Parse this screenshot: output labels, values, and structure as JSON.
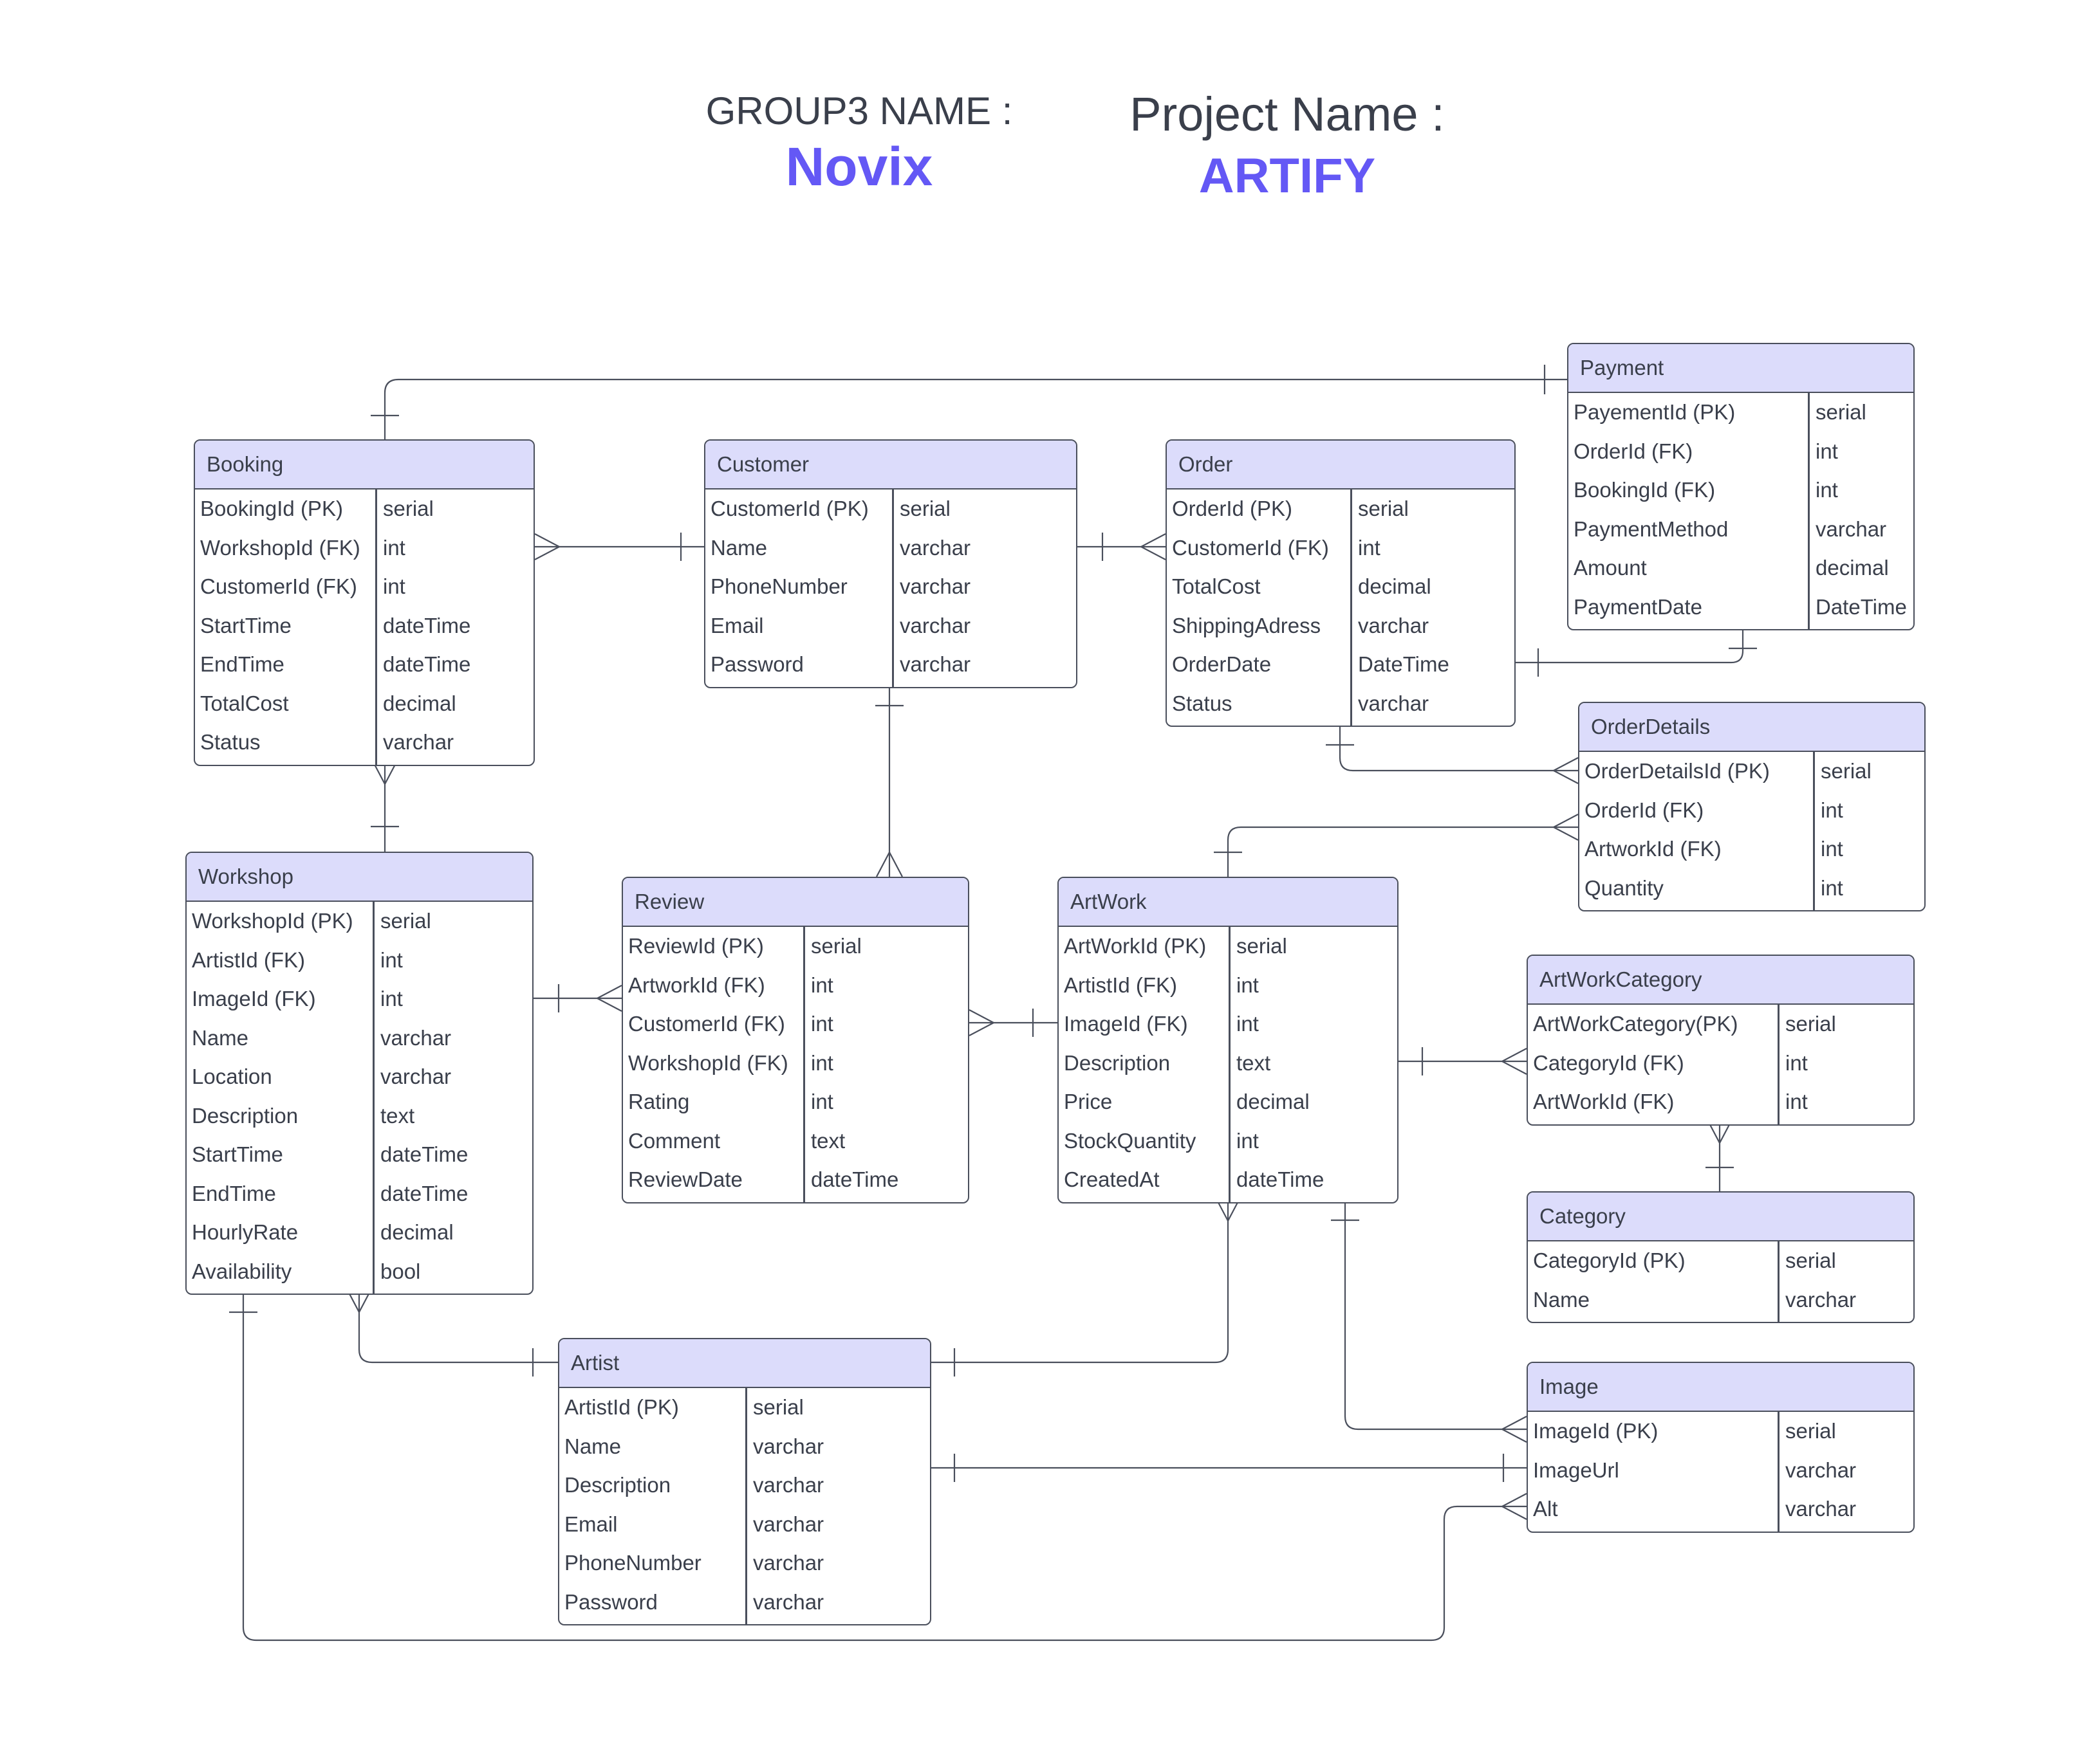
{
  "header": {
    "group_label": "GROUP3 NAME :",
    "group_name": "Novix",
    "project_label": "Project Name :",
    "project_name": "ARTIFY"
  },
  "colors": {
    "accent": "#6458f5",
    "entity_header": "#dcdcfb",
    "border": "#4a4f5c",
    "text": "#3a3f4b"
  },
  "entities": {
    "payment": {
      "name": "Payment",
      "fields": [
        {
          "name": "PayementId (PK)",
          "type": "serial"
        },
        {
          "name": "OrderId (FK)",
          "type": "int"
        },
        {
          "name": "BookingId (FK)",
          "type": "int"
        },
        {
          "name": "PaymentMethod",
          "type": "varchar"
        },
        {
          "name": "Amount",
          "type": "decimal"
        },
        {
          "name": "PaymentDate",
          "type": "DateTime"
        }
      ]
    },
    "booking": {
      "name": "Booking",
      "fields": [
        {
          "name": "BookingId (PK)",
          "type": "serial"
        },
        {
          "name": "WorkshopId (FK)",
          "type": "int"
        },
        {
          "name": "CustomerId (FK)",
          "type": "int"
        },
        {
          "name": "StartTime",
          "type": "dateTime"
        },
        {
          "name": "EndTime",
          "type": "dateTime"
        },
        {
          "name": "TotalCost",
          "type": "decimal"
        },
        {
          "name": "Status",
          "type": "varchar"
        }
      ]
    },
    "customer": {
      "name": "Customer",
      "fields": [
        {
          "name": "CustomerId (PK)",
          "type": "serial"
        },
        {
          "name": "Name",
          "type": "varchar"
        },
        {
          "name": "PhoneNumber",
          "type": "varchar"
        },
        {
          "name": "Email",
          "type": "varchar"
        },
        {
          "name": "Password",
          "type": "varchar"
        }
      ]
    },
    "order": {
      "name": "Order",
      "fields": [
        {
          "name": "OrderId (PK)",
          "type": "serial"
        },
        {
          "name": "CustomerId (FK)",
          "type": "int"
        },
        {
          "name": "TotalCost",
          "type": "decimal"
        },
        {
          "name": "ShippingAdress",
          "type": "varchar"
        },
        {
          "name": "OrderDate",
          "type": "DateTime"
        },
        {
          "name": "Status",
          "type": "varchar"
        }
      ]
    },
    "order_details": {
      "name": "OrderDetails",
      "fields": [
        {
          "name": "OrderDetailsId (PK)",
          "type": "serial"
        },
        {
          "name": "OrderId (FK)",
          "type": "int"
        },
        {
          "name": "ArtworkId (FK)",
          "type": "int"
        },
        {
          "name": "Quantity",
          "type": "int"
        }
      ]
    },
    "workshop": {
      "name": "Workshop",
      "fields": [
        {
          "name": "WorkshopId (PK)",
          "type": "serial"
        },
        {
          "name": "ArtistId (FK)",
          "type": "int"
        },
        {
          "name": "ImageId (FK)",
          "type": "int"
        },
        {
          "name": "Name",
          "type": "varchar"
        },
        {
          "name": "Location",
          "type": "varchar"
        },
        {
          "name": "Description",
          "type": "text"
        },
        {
          "name": "StartTime",
          "type": "dateTime"
        },
        {
          "name": "EndTime",
          "type": "dateTime"
        },
        {
          "name": "HourlyRate",
          "type": "decimal"
        },
        {
          "name": "Availability",
          "type": "bool"
        }
      ]
    },
    "review": {
      "name": "Review",
      "fields": [
        {
          "name": "ReviewId (PK)",
          "type": "serial"
        },
        {
          "name": "ArtworkId (FK)",
          "type": "int"
        },
        {
          "name": "CustomerId (FK)",
          "type": "int"
        },
        {
          "name": "WorkshopId (FK)",
          "type": "int"
        },
        {
          "name": "Rating",
          "type": "int"
        },
        {
          "name": "Comment",
          "type": "text"
        },
        {
          "name": "ReviewDate",
          "type": "dateTime"
        }
      ]
    },
    "artwork": {
      "name": "ArtWork",
      "fields": [
        {
          "name": "ArtWorkId (PK)",
          "type": "serial"
        },
        {
          "name": "ArtistId (FK)",
          "type": "int"
        },
        {
          "name": "ImageId (FK)",
          "type": "int"
        },
        {
          "name": "Description",
          "type": "text"
        },
        {
          "name": "Price",
          "type": "decimal"
        },
        {
          "name": "StockQuantity",
          "type": "int"
        },
        {
          "name": "CreatedAt",
          "type": "dateTime"
        }
      ]
    },
    "artwork_category": {
      "name": "ArtWorkCategory",
      "fields": [
        {
          "name": "ArtWorkCategory(PK)",
          "type": "serial"
        },
        {
          "name": "CategoryId (FK)",
          "type": "int"
        },
        {
          "name": "ArtWorkId (FK)",
          "type": "int"
        }
      ]
    },
    "category": {
      "name": "Category",
      "fields": [
        {
          "name": "CategoryId (PK)",
          "type": "serial"
        },
        {
          "name": "Name",
          "type": "varchar"
        }
      ]
    },
    "artist": {
      "name": "Artist",
      "fields": [
        {
          "name": "ArtistId (PK)",
          "type": "serial"
        },
        {
          "name": "Name",
          "type": "varchar"
        },
        {
          "name": "Description",
          "type": "varchar"
        },
        {
          "name": "Email",
          "type": "varchar"
        },
        {
          "name": "PhoneNumber",
          "type": "varchar"
        },
        {
          "name": "Password",
          "type": "varchar"
        }
      ]
    },
    "image": {
      "name": "Image",
      "fields": [
        {
          "name": "ImageId (PK)",
          "type": "serial"
        },
        {
          "name": "ImageUrl",
          "type": "varchar"
        },
        {
          "name": "Alt",
          "type": "varchar"
        }
      ]
    }
  },
  "relationships": [
    {
      "from": "payment",
      "to": "booking",
      "from_card": "one",
      "to_card": "one"
    },
    {
      "from": "booking",
      "to": "customer",
      "from_card": "many",
      "to_card": "one"
    },
    {
      "from": "customer",
      "to": "order",
      "from_card": "one",
      "to_card": "many"
    },
    {
      "from": "payment",
      "to": "order",
      "from_card": "one",
      "to_card": "one"
    },
    {
      "from": "order",
      "to": "order_details",
      "from_card": "one",
      "to_card": "many"
    },
    {
      "from": "artwork",
      "to": "order_details",
      "from_card": "one",
      "to_card": "many"
    },
    {
      "from": "booking",
      "to": "workshop",
      "from_card": "many",
      "to_card": "one"
    },
    {
      "from": "customer",
      "to": "review",
      "from_card": "one",
      "to_card": "many"
    },
    {
      "from": "workshop",
      "to": "review",
      "from_card": "one",
      "to_card": "many"
    },
    {
      "from": "review",
      "to": "artwork",
      "from_card": "many",
      "to_card": "one"
    },
    {
      "from": "artwork",
      "to": "artwork_category",
      "from_card": "one",
      "to_card": "many"
    },
    {
      "from": "artwork_category",
      "to": "category",
      "from_card": "many",
      "to_card": "one"
    },
    {
      "from": "workshop",
      "to": "artist",
      "from_card": "many",
      "to_card": "one"
    },
    {
      "from": "artwork",
      "to": "artist",
      "from_card": "many",
      "to_card": "one"
    },
    {
      "from": "artist",
      "to": "image",
      "from_card": "one",
      "to_card": "one"
    },
    {
      "from": "artwork",
      "to": "image",
      "from_card": "one",
      "to_card": "many"
    },
    {
      "from": "workshop",
      "to": "image",
      "from_card": "one",
      "to_card": "many"
    }
  ]
}
